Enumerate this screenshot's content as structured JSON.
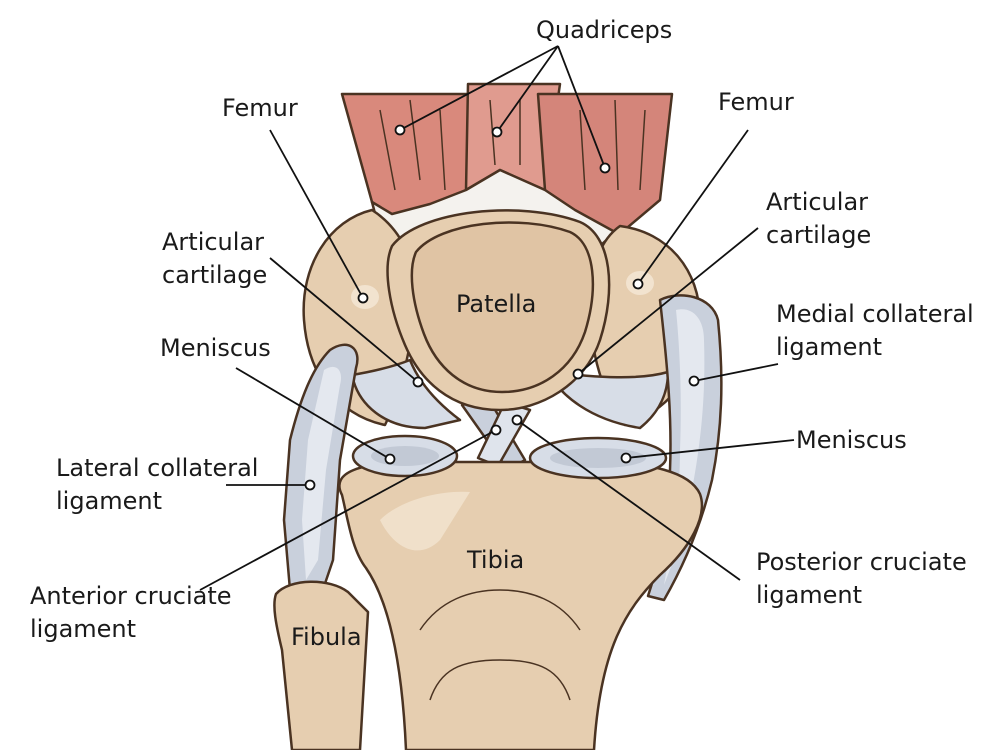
{
  "labels": {
    "quadriceps": "Quadriceps",
    "femur_left": "Femur",
    "femur_right": "Femur",
    "articular_left_1": "Articular",
    "articular_left_2": "cartilage",
    "articular_right_1": "Articular",
    "articular_right_2": "cartilage",
    "meniscus_left": "Meniscus",
    "meniscus_right": "Meniscus",
    "medial_collateral_1": "Medial collateral",
    "medial_collateral_2": "ligament",
    "lateral_collateral_1": "Lateral collateral",
    "lateral_collateral_2": "ligament",
    "anterior_cruciate_1": "Anterior cruciate",
    "anterior_cruciate_2": "ligament",
    "posterior_cruciate_1": "Posterior cruciate",
    "posterior_cruciate_2": "ligament",
    "patella": "Patella",
    "tibia": "Tibia",
    "fibula": "Fibula"
  },
  "colors": {
    "muscle": "#d9897c",
    "muscle_dark": "#b85a4e",
    "bone": "#e6ceb0",
    "bone_shadow": "#c8a989",
    "cartilage": "#d7dde7",
    "ligament": "#c9d0dc",
    "outline": "#4a3322"
  }
}
